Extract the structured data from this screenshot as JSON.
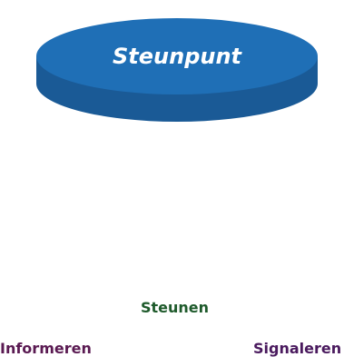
{
  "seat": {
    "title": "Steunpunt",
    "color": "#1f6fb6",
    "dark": "#1a5a96"
  },
  "legs": {
    "left": {
      "label": "Informeren",
      "colors": [
        "#6b2f22",
        "#e8720e",
        "#f7b419"
      ]
    },
    "center": {
      "label": "Steunen",
      "colors": [
        "#1f5f3a",
        "#3d8a1c",
        "#7ed3b8"
      ]
    },
    "right": {
      "label": "Signaleren",
      "colors": [
        "#4f1a62",
        "#d31a68",
        "#ee8fcd"
      ]
    }
  }
}
